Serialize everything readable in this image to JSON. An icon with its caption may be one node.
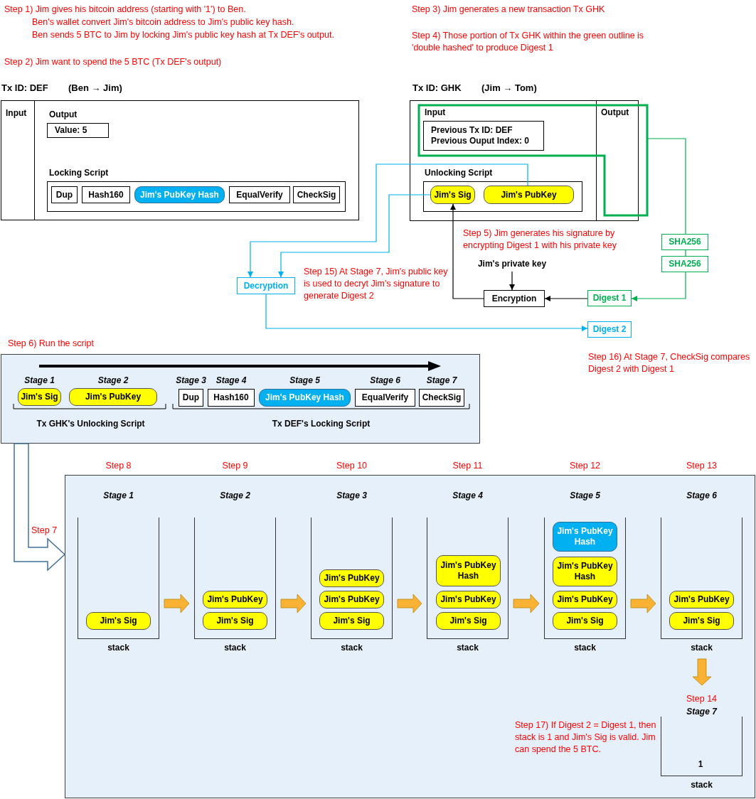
{
  "diagram": {
    "nodes": [
      {
        "text": [
          "Tx ID: DEF",
          "(Ben → Jim)"
        ]
      },
      {
        "text": [
          "Input"
        ],
        "in": 0
      },
      {
        "text": [
          "Output"
        ],
        "in": 0
      },
      {
        "text": [
          "Value: 5"
        ],
        "in": 2
      },
      {
        "text": [
          "Locking Script"
        ],
        "in": 2
      },
      {
        "text": [
          "Dup"
        ],
        "in": 4
      },
      {
        "text": [
          "Hash160"
        ],
        "in": 4
      },
      {
        "text": [
          "Jim's PubKey Hash"
        ],
        "in": 4
      },
      {
        "text": [
          "EqualVerify"
        ],
        "in": 4
      },
      {
        "text": [
          "CheckSig"
        ],
        "in": 4
      },
      {
        "text": [
          "Tx ID: GHK",
          "(Jim → Tom)"
        ]
      },
      {
        "text": [
          "Input"
        ],
        "in": 10
      },
      {
        "text": [
          "Previous Tx ID: DEF",
          "Previous Ouput Index: 0"
        ],
        "in": 11
      },
      {
        "text": [
          "Unlocking Script"
        ],
        "in": 11
      },
      {
        "text": [
          "Jim's Sig"
        ],
        "in": 13
      },
      {
        "text": [
          "Jim's PubKey"
        ],
        "in": 13
      },
      {
        "text": [
          "Output"
        ],
        "in": 10
      },
      {
        "text": [],
        "shape": "box"
      },
      {
        "text": [
          "SHA256"
        ]
      },
      {
        "text": [
          "SHA256"
        ]
      },
      {
        "text": [
          "Digest 1"
        ]
      },
      {
        "text": [
          "Encryption"
        ]
      },
      {
        "text": [
          "Jim's private key"
        ]
      },
      {
        "text": [
          "Decryption"
        ]
      },
      {
        "text": [
          "Digest 2"
        ]
      },
      {
        "text": [],
        "shape": "box"
      },
      {
        "text": [
          "Stage 1",
          "Jim's Sig"
        ],
        "in": 25
      },
      {
        "text": [
          "Stage 2",
          "Jim's PubKey"
        ],
        "in": 25
      },
      {
        "text": [
          "Stage 3",
          "Dup"
        ],
        "in": 25
      },
      {
        "text": [
          "Stage 4",
          "Hash160"
        ],
        "in": 25
      },
      {
        "text": [
          "Stage 5",
          "Jim's PubKey Hash"
        ],
        "in": 25
      },
      {
        "text": [
          "Stage 6",
          "EqualVerify"
        ],
        "in": 25
      },
      {
        "text": [
          "Stage 7",
          "CheckSig"
        ],
        "in": 25
      },
      {
        "text": [],
        "shape": "box"
      },
      {
        "text": [
          "Stage 1"
        ],
        "beside": [
          "Step 8",
          "stack"
        ],
        "in": 33
      },
      {
        "text": [
          "Jim's Sig"
        ],
        "in": 34
      },
      {
        "text": [
          "Stage 2"
        ],
        "beside": [
          "Step 9",
          "stack"
        ],
        "in": 33
      },
      {
        "text": [
          "Jim's PubKey"
        ],
        "in": 36
      },
      {
        "text": [
          "Jim's Sig"
        ],
        "in": 36
      },
      {
        "text": [
          "Stage 3"
        ],
        "beside": [
          "Step 10",
          "stack"
        ],
        "in": 33
      },
      {
        "text": [
          "Jim's PubKey"
        ],
        "in": 39
      },
      {
        "text": [
          "Jim's PubKey"
        ],
        "in": 39
      },
      {
        "text": [
          "Jim's Sig"
        ],
        "in": 39
      },
      {
        "text": [
          "Stage 4"
        ],
        "beside": [
          "Step 11",
          "stack"
        ],
        "in": 33
      },
      {
        "text": [
          "Jim's PubKey Hash"
        ],
        "in": 43
      },
      {
        "text": [
          "Jim's PubKey"
        ],
        "in": 43
      },
      {
        "text": [
          "Jim's Sig"
        ],
        "in": 43
      },
      {
        "text": [
          "Stage 5"
        ],
        "beside": [
          "Step 12",
          "stack"
        ],
        "in": 33
      },
      {
        "text": [
          "Jim's PubKey Hash"
        ],
        "in": 47
      },
      {
        "text": [
          "Jim's PubKey Hash"
        ],
        "in": 47
      },
      {
        "text": [
          "Jim's PubKey"
        ],
        "in": 47
      },
      {
        "text": [
          "Jim's Sig"
        ],
        "in": 47
      },
      {
        "text": [
          "Stage 6"
        ],
        "beside": [
          "Step 13",
          "stack"
        ],
        "in": 33
      },
      {
        "text": [
          "Jim's PubKey"
        ],
        "in": 52
      },
      {
        "text": [
          "Jim's Sig"
        ],
        "in": 52
      },
      {
        "text": [
          "Stage 7"
        ],
        "beside": [
          "Step 14",
          "stack"
        ],
        "in": 33
      },
      {
        "text": [
          "1"
        ],
        "in": 55
      }
    ],
    "edges": [
      {
        "from": 17,
        "to": 18,
        "arrow": "none",
        "color": "#00b050"
      },
      {
        "from": 18,
        "to": 19,
        "arrow": "none",
        "color": "#00b050"
      },
      {
        "from": 19,
        "to": 20,
        "arrow": "to",
        "color": "#00b050"
      },
      {
        "from": 20,
        "to": 21,
        "arrow": "to",
        "color": "#000000"
      },
      {
        "from": 22,
        "to": 21,
        "arrow": "to",
        "color": "#000000"
      },
      {
        "from": 21,
        "to": 14,
        "arrow": "to",
        "color": "#000000"
      },
      {
        "from": 15,
        "to": 23,
        "arrow": "to",
        "color": "#00b0f0"
      },
      {
        "from": 14,
        "to": 23,
        "arrow": "to",
        "color": "#00b0f0"
      },
      {
        "from": 23,
        "to": 24,
        "arrow": "to",
        "color": "#00b0f0"
      },
      {
        "from": 25,
        "to": 33,
        "arrow": "to",
        "label": "Step 7",
        "style": "thick",
        "color": "#41719c"
      },
      {
        "from": 34,
        "to": 36,
        "arrow": "to",
        "style": "thick",
        "color": "#f9b233"
      },
      {
        "from": 36,
        "to": 39,
        "arrow": "to",
        "style": "thick",
        "color": "#f9b233"
      },
      {
        "from": 39,
        "to": 43,
        "arrow": "to",
        "style": "thick",
        "color": "#f9b233"
      },
      {
        "from": 43,
        "to": 47,
        "arrow": "to",
        "style": "thick",
        "color": "#f9b233"
      },
      {
        "from": 47,
        "to": 52,
        "arrow": "to",
        "style": "thick",
        "color": "#f9b233"
      },
      {
        "from": 52,
        "to": 55,
        "arrow": "to",
        "style": "thick",
        "color": "#f9b233"
      }
    ],
    "labels": [
      "Step 1) Jim gives his bitcoin address (starting with '1') to Ben.",
      "Ben's wallet convert Jim's bitcoin address to Jim's public key hash.",
      "Ben sends 5 BTC to Jim by locking Jim's public key hash at Tx DEF's output.",
      "Step 2) Jim want to spend the 5 BTC (Tx DEF's output)",
      "Step 3) Jim generates a new transaction Tx GHK",
      "Step 4) Those portion of Tx GHK within the green outline is 'double hashed' to produce Digest 1",
      "Step 5) Jim generates his signature by encrypting Digest 1 with his private key",
      "Step 15) At Stage 7, Jim's public key is used to decryt Jim's signature to generate Digest 2",
      "Step 16) At Stage 7, CheckSig compares Digest 2 with Digest 1",
      "Step 6) Run the script",
      "Tx GHK's Unlocking Script",
      "Tx DEF's Locking Script",
      "Step 17) If Digest 2 = Digest 1, then stack is 1 and Jim's Sig is valid. Jim can spend the 5 BTC."
    ]
  }
}
